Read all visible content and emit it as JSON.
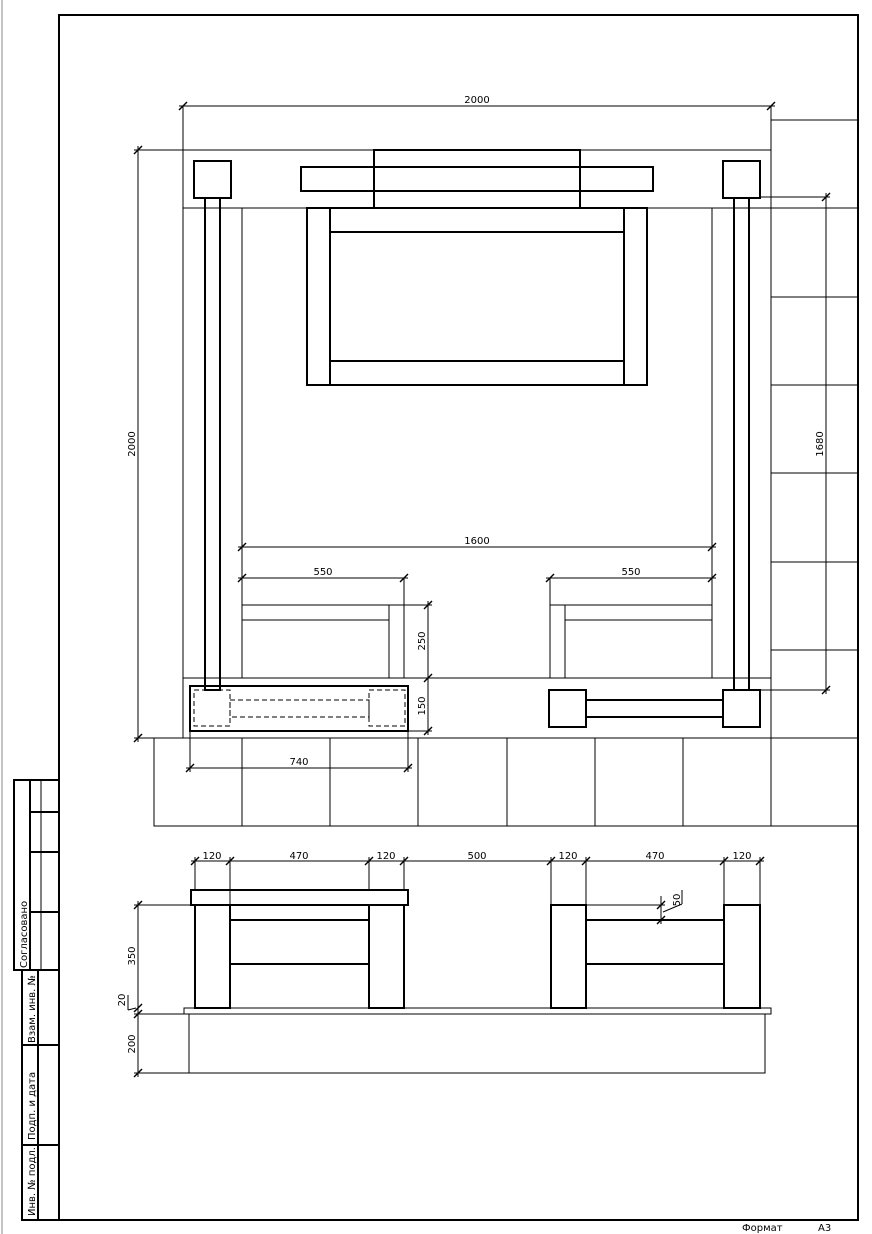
{
  "plan": {
    "dims": {
      "width_total": "2000",
      "height_total": "2000",
      "right_height": "1680",
      "inner_width": "1600",
      "bench_left": "550",
      "bench_right": "550",
      "bench_depth": "250",
      "step": "150",
      "table_len": "740"
    }
  },
  "elevation": {
    "dims": {
      "post1": "120",
      "rail1": "470",
      "post2": "120",
      "gap": "500",
      "post3": "120",
      "rail2": "470",
      "post4": "120",
      "height": "350",
      "deck": "20",
      "base": "200",
      "rail_offset": "50"
    }
  },
  "stamp": {
    "agreed": "Согласовано",
    "replaced_inv": "Взам. инв. №",
    "sign_date": "Подп. и дата",
    "orig_inv": "Инв. № подл."
  },
  "footer": {
    "format_label": "Формат",
    "format_value": "А3"
  }
}
